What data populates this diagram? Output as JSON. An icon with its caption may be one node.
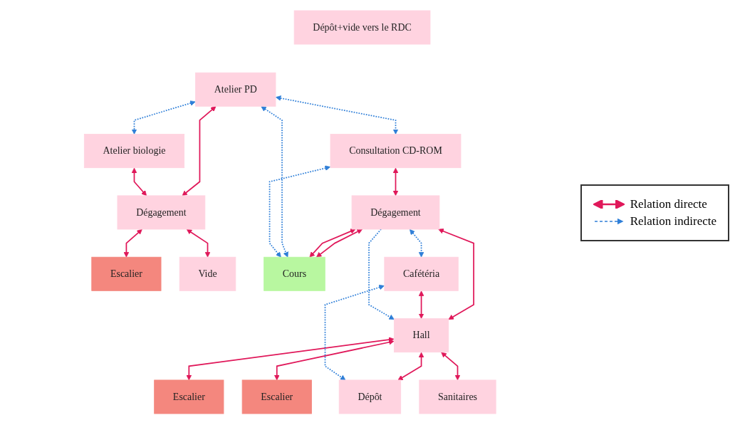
{
  "diagram": {
    "nodes": [
      {
        "text": [
          "Atelier PD"
        ]
      },
      {
        "text": [
          "Dépôt+vide vers le RDC"
        ]
      },
      {
        "text": [
          "Atelier biologie"
        ]
      },
      {
        "text": [
          "Dégagement"
        ]
      },
      {
        "text": [
          "Escalier"
        ]
      },
      {
        "text": [
          "Vide"
        ]
      },
      {
        "text": [
          "Cours"
        ]
      },
      {
        "text": [
          "Consultation CD-ROM"
        ]
      },
      {
        "text": [
          "Dégagement"
        ]
      },
      {
        "text": [
          "Hall"
        ]
      },
      {
        "text": [
          "Escalier"
        ]
      },
      {
        "text": [
          "Cafétéria"
        ]
      },
      {
        "text": [
          "Dépôt"
        ]
      },
      {
        "text": [
          "Escalier"
        ]
      },
      {
        "text": [
          "Sanitaires"
        ]
      }
    ],
    "edges": [
      {
        "from": 0,
        "to": 3,
        "arrow": "both"
      },
      {
        "from": 2,
        "to": 3,
        "arrow": "both"
      },
      {
        "from": 3,
        "to": 5,
        "arrow": "both"
      },
      {
        "from": 3,
        "to": 4,
        "arrow": "both"
      },
      {
        "from": 8,
        "to": 6,
        "arrow": "both"
      },
      {
        "from": 7,
        "to": 8,
        "arrow": "both"
      },
      {
        "from": 8,
        "to": 6,
        "arrow": "both"
      },
      {
        "from": 8,
        "to": 9,
        "arrow": "both"
      },
      {
        "from": 9,
        "to": 10,
        "arrow": "both"
      },
      {
        "from": 11,
        "to": 9,
        "arrow": "both"
      },
      {
        "from": 9,
        "to": 12,
        "arrow": "both"
      },
      {
        "from": 9,
        "to": 13,
        "arrow": "both"
      },
      {
        "from": 9,
        "to": 14,
        "arrow": "both"
      },
      {
        "from": 0,
        "to": 2,
        "arrow": "both",
        "style": "dashed",
        "color": "#2f7fd8"
      },
      {
        "from": 0,
        "to": 7,
        "arrow": "both",
        "style": "dashed",
        "color": "#2f7fd8"
      },
      {
        "from": 0,
        "to": 6,
        "arrow": "both",
        "style": "dashed",
        "color": "#2f7fd8"
      },
      {
        "from": 7,
        "to": 6,
        "arrow": "both",
        "style": "dashed",
        "color": "#2f7fd8"
      },
      {
        "from": 8,
        "to": 11,
        "arrow": "both",
        "style": "dashed",
        "color": "#2f7fd8"
      },
      {
        "from": 8,
        "to": 9,
        "arrow": "to",
        "style": "dashed",
        "color": "#2f7fd8"
      },
      {
        "from": 11,
        "to": 12,
        "arrow": "both",
        "style": "dashed",
        "color": "#2f7fd8"
      }
    ],
    "legend": [
      {
        "text": "Relation directe"
      },
      {
        "text": "Relation indirecte"
      }
    ]
  }
}
